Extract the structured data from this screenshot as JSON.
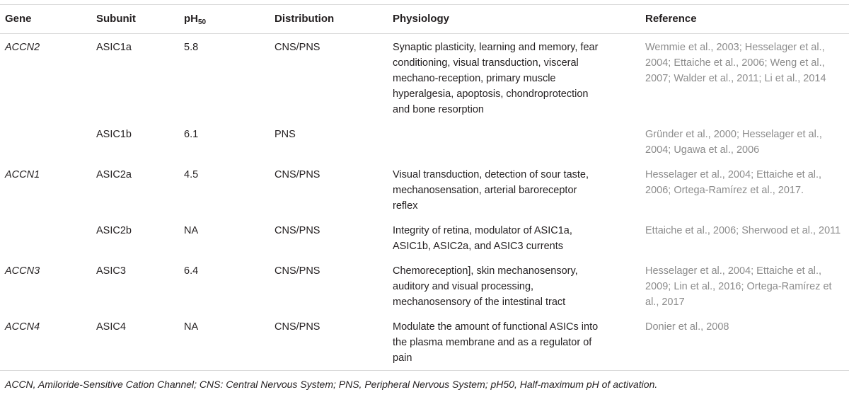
{
  "headers": {
    "gene": "Gene",
    "subunit": "Subunit",
    "ph_main": "pH",
    "ph_sub": "50",
    "distribution": "Distribution",
    "physiology": "Physiology",
    "reference": "Reference"
  },
  "rows": [
    {
      "gene": "ACCN2",
      "subunit": "ASIC1a",
      "ph50": "5.8",
      "distribution": "CNS/PNS",
      "physiology": "Synaptic plasticity, learning and memory, fear conditioning, visual transduction, visceral mechano-reception, primary muscle hyperalgesia, apoptosis, chondroprotection and bone resorption",
      "reference": "Wemmie et al., 2003; Hesselager et al., 2004; Ettaiche et al., 2006; Weng et al., 2007; Walder et al., 2011; Li et al., 2014"
    },
    {
      "gene": "",
      "subunit": "ASIC1b",
      "ph50": "6.1",
      "distribution": "PNS",
      "physiology": "",
      "reference": "Gründer et al., 2000; Hesselager et al., 2004; Ugawa et al., 2006"
    },
    {
      "gene": "ACCN1",
      "subunit": "ASIC2a",
      "ph50": "4.5",
      "distribution": "CNS/PNS",
      "physiology": "Visual transduction, detection of sour taste, mechanosensation, arterial baroreceptor reflex",
      "reference": "Hesselager et al., 2004; Ettaiche et al., 2006; Ortega-Ramírez et al., 2017."
    },
    {
      "gene": "",
      "subunit": "ASIC2b",
      "ph50": "NA",
      "distribution": "CNS/PNS",
      "physiology": "Integrity of retina, modulator of ASIC1a, ASIC1b, ASIC2a, and ASIC3 currents",
      "reference": "Ettaiche et al., 2006; Sherwood et al., 2011"
    },
    {
      "gene": "ACCN3",
      "subunit": "ASIC3",
      "ph50": "6.4",
      "distribution": "CNS/PNS",
      "physiology": "Chemoreception], skin mechanosensory, auditory and visual processing, mechanosensory of the intestinal tract",
      "reference": "Hesselager et al., 2004; Ettaiche et al., 2009; Lin et al., 2016; Ortega-Ramírez et al., 2017"
    },
    {
      "gene": "ACCN4",
      "subunit": "ASIC4",
      "ph50": "NA",
      "distribution": "CNS/PNS",
      "physiology": "Modulate the amount of functional ASICs into the plasma membrane and as a regulator of pain",
      "reference": "Donier et al., 2008"
    }
  ],
  "footnote": "ACCN, Amiloride-Sensitive Cation Channel; CNS: Central Nervous System; PNS, Peripheral Nervous System; pH50, Half-maximum pH of activation."
}
